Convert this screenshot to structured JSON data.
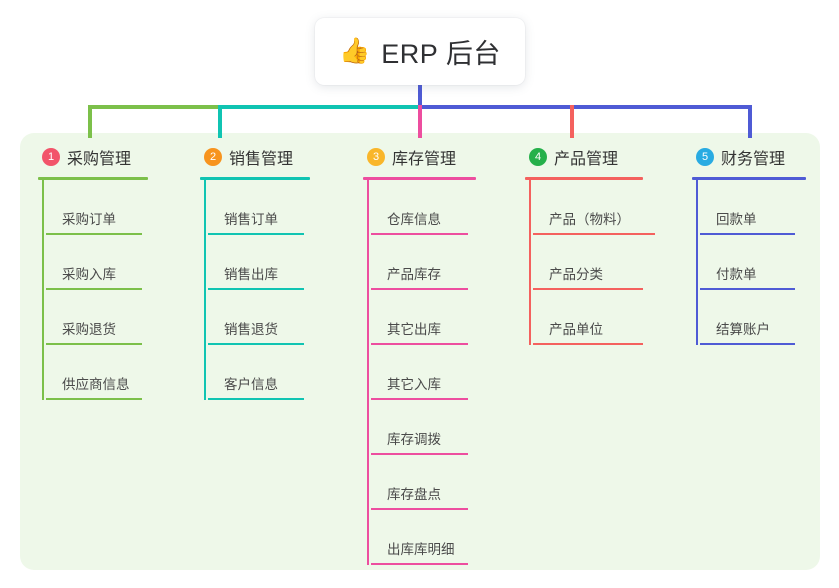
{
  "root": {
    "icon": "thumbs-up-icon",
    "icon_glyph": "👍",
    "title": "ERP 后台"
  },
  "panel": {
    "background_color": "#eef8e9"
  },
  "connectors": {
    "stem_color": "#4f5bd5",
    "bus_colors": [
      "#7cc04a",
      "#10c4b2",
      "#4f5bd5",
      "#4f5bd5"
    ]
  },
  "columns": [
    {
      "number": "1",
      "title": "采购管理",
      "badge_color": "#f2546a",
      "line_color": "#7cc04a",
      "drop_color": "#7cc04a",
      "items": [
        {
          "label": "采购订单"
        },
        {
          "label": "采购入库"
        },
        {
          "label": "采购退货"
        },
        {
          "label": "供应商信息"
        }
      ]
    },
    {
      "number": "2",
      "title": "销售管理",
      "badge_color": "#f7941e",
      "line_color": "#10c4b2",
      "drop_color": "#10c4b2",
      "items": [
        {
          "label": "销售订单"
        },
        {
          "label": "销售出库"
        },
        {
          "label": "销售退货"
        },
        {
          "label": "客户信息"
        }
      ]
    },
    {
      "number": "3",
      "title": "库存管理",
      "badge_color": "#f9b62a",
      "line_color": "#ed4e9f",
      "drop_color": "#ed4e9f",
      "items": [
        {
          "label": "仓库信息"
        },
        {
          "label": "产品库存"
        },
        {
          "label": "其它出库"
        },
        {
          "label": "其它入库"
        },
        {
          "label": "库存调拨"
        },
        {
          "label": "库存盘点"
        },
        {
          "label": "出库库明细"
        }
      ]
    },
    {
      "number": "4",
      "title": "产品管理",
      "badge_color": "#25b04a",
      "line_color": "#f4615e",
      "drop_color": "#f4615e",
      "items": [
        {
          "label": "产品（物料）"
        },
        {
          "label": "产品分类"
        },
        {
          "label": "产品单位"
        }
      ]
    },
    {
      "number": "5",
      "title": "财务管理",
      "badge_color": "#29abe2",
      "line_color": "#4f5bd5",
      "drop_color": "#4f5bd5",
      "items": [
        {
          "label": "回款单"
        },
        {
          "label": "付款单"
        },
        {
          "label": "结算账户"
        }
      ]
    }
  ]
}
